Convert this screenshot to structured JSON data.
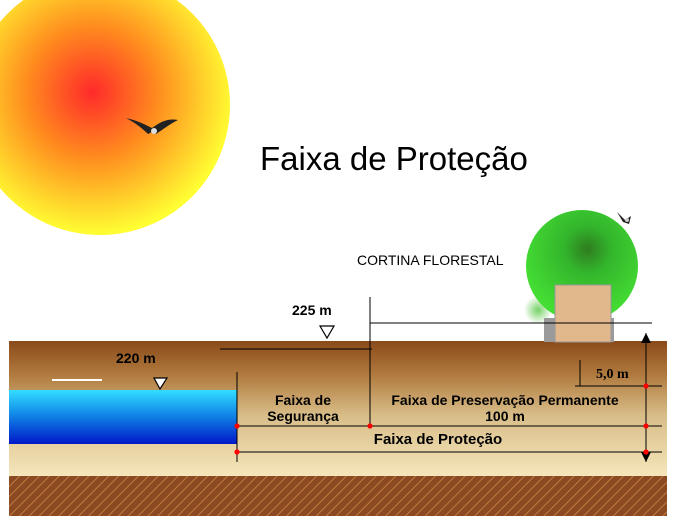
{
  "title": "Faixa de Proteção",
  "labels": {
    "cortina": "CORTINA FLORESTAL",
    "elev_upper": "225 m",
    "elev_lower": "220 m",
    "height": "5,0 m",
    "seguranca_line1": "Faixa de",
    "seguranca_line2": "Segurança",
    "app_line1": "Faixa de Preservação Permanente",
    "app_line2": "100 m",
    "protecao": "Faixa de Proteção"
  },
  "colors": {
    "sun_core": "#ff2a2a",
    "sun_edge": "#ffff33",
    "soil_top": "#8a4a1a",
    "soil_mid": "#c8a36a",
    "sand": "#f3e3b4",
    "bedrock": "#8b4a22",
    "water_top": "#33ddff",
    "water_bottom": "#0018c8",
    "tree": "#33cc33",
    "marker": "#ff0000"
  },
  "icons": {
    "sun": "sun-icon",
    "bird": "bird-icon",
    "tree": "tree-icon",
    "house": "house-icon",
    "water_level": "water-level-triangle-icon"
  }
}
